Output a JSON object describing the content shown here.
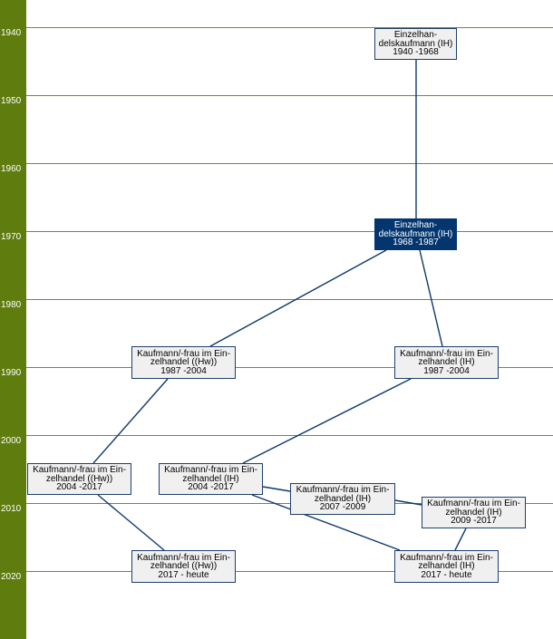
{
  "timeline": {
    "years": [
      "1940",
      "1950",
      "1960",
      "1970",
      "1980",
      "1990",
      "2000",
      "2010",
      "2020"
    ]
  },
  "colors": {
    "year_bar": "#5f7d0e",
    "grid_line": "#7a8a1e",
    "node_fill": "#f0f0f0",
    "node_border": "#1f3f6b",
    "active_fill": "#03366f",
    "connector": "#0f3a6b"
  },
  "nodes": [
    {
      "id": "n1",
      "lines": [
        "Einzelhan-",
        "delskaufmann (IH)",
        "1940 -1968"
      ],
      "active": false
    },
    {
      "id": "n2",
      "lines": [
        "Einzelhan-",
        "delskaufmann (IH)",
        "1968 -1987"
      ],
      "active": true
    },
    {
      "id": "n3",
      "lines": [
        "Kaufmann/-frau im Ein-",
        "zelhandel ((Hw))",
        "1987 -2004"
      ],
      "active": false
    },
    {
      "id": "n4",
      "lines": [
        "Kaufmann/-frau im Ein-",
        "zelhandel (IH)",
        "1987 -2004"
      ],
      "active": false
    },
    {
      "id": "n5",
      "lines": [
        "Kaufmann/-frau im Ein-",
        "zelhandel ((Hw))",
        "2004 -2017"
      ],
      "active": false
    },
    {
      "id": "n6",
      "lines": [
        "Kaufmann/-frau im Ein-",
        "zelhandel (IH)",
        "2004 -2017"
      ],
      "active": false
    },
    {
      "id": "n7",
      "lines": [
        "Kaufmann/-frau im Ein-",
        "zelhandel (IH)",
        "2007 -2009"
      ],
      "active": false
    },
    {
      "id": "n8",
      "lines": [
        "Kaufmann/-frau im Ein-",
        "zelhandel (IH)",
        "2009 -2017"
      ],
      "active": false
    },
    {
      "id": "n9",
      "lines": [
        "Kaufmann/-frau im Ein-",
        "zelhandel ((Hw))",
        "2017 - heute"
      ],
      "active": false
    },
    {
      "id": "n10",
      "lines": [
        "Kaufmann/-frau im Ein-",
        "zelhandel (IH)",
        "2017 - heute"
      ],
      "active": false
    }
  ],
  "edges": [
    {
      "from": "n1",
      "to": "n2"
    },
    {
      "from": "n2",
      "to": "n3"
    },
    {
      "from": "n2",
      "to": "n4"
    },
    {
      "from": "n3",
      "to": "n5"
    },
    {
      "from": "n4",
      "to": "n6"
    },
    {
      "from": "n5",
      "to": "n9"
    },
    {
      "from": "n6",
      "to": "n7"
    },
    {
      "from": "n6",
      "to": "n10"
    },
    {
      "from": "n7",
      "to": "n8"
    },
    {
      "from": "n8",
      "to": "n10"
    }
  ]
}
